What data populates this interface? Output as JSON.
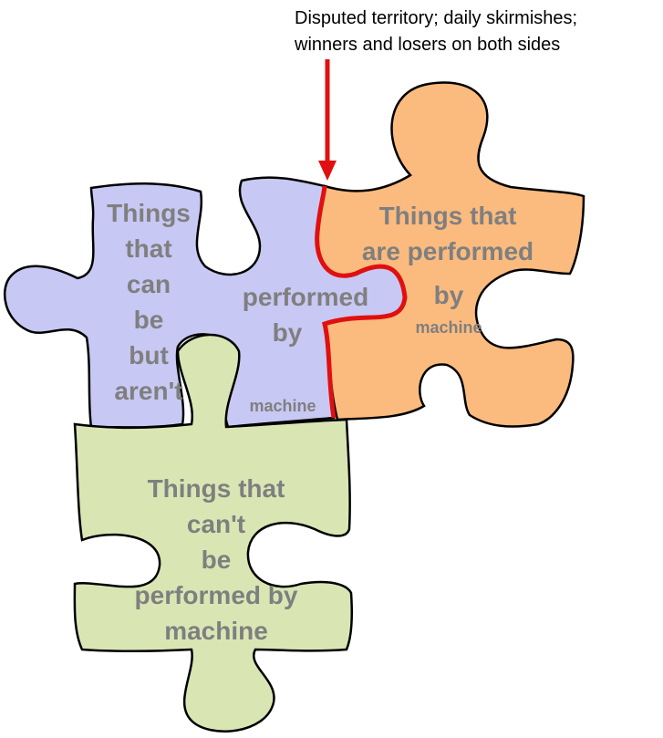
{
  "annotation": {
    "line1": "Disputed territory; daily skirmishes;",
    "line2": "winners and losers on both sides"
  },
  "purple_piece": {
    "text_lines": [
      "Things",
      "that",
      "can",
      "be",
      "but",
      "aren't"
    ],
    "middle_lines": [
      "performed",
      "by"
    ],
    "corner": "machine"
  },
  "orange_piece": {
    "text_lines": [
      "Things that",
      "are performed"
    ],
    "by": "by",
    "machine": "machine"
  },
  "green_piece": {
    "text_lines": [
      "Things that",
      "can't",
      "be",
      "performed by",
      "machine"
    ]
  },
  "colors": {
    "purple": "#c8c8f4",
    "orange": "#fbbb7e",
    "green": "#d9e6b4",
    "border": "#e01010",
    "text": "#7f7f7f"
  }
}
